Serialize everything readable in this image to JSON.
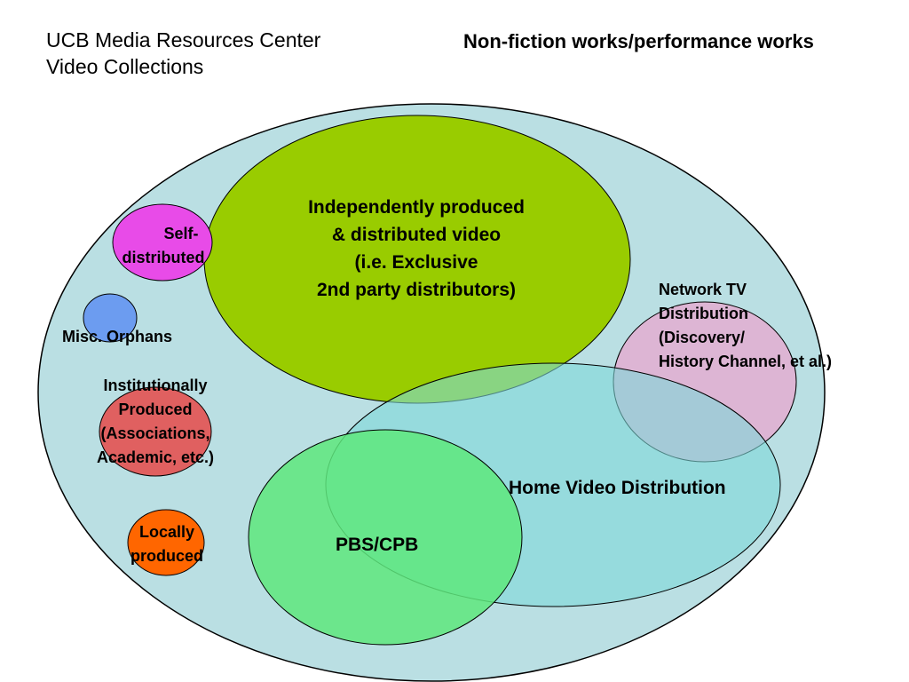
{
  "header": {
    "title_line1": "UCB Media Resources Center",
    "title_line2": "Video Collections",
    "subtitle": "Non-fiction works/performance works"
  },
  "labels": {
    "independent": [
      "Independently produced",
      "& distributed video",
      "(i.e. Exclusive",
      "2nd party distributors)"
    ],
    "self_distributed": [
      "Self-",
      "distributed"
    ],
    "misc_orphans": "Misc. Orphans",
    "institutional": [
      "Institutionally",
      "Produced",
      "(Associations,",
      "Academic, etc.)"
    ],
    "locally_produced": [
      "Locally",
      "produced"
    ],
    "network_tv": [
      "Network TV",
      "Distribution",
      "(Discovery/",
      "History Channel, et al.)"
    ],
    "home_video": "Home Video Distribution",
    "pbs": "PBS/CPB"
  },
  "colors": {
    "outer_fill": "#badfe3",
    "independent_fill": "#99cc00",
    "self_distributed_fill": "#e84be8",
    "misc_orphans_fill": "#6c9cf0",
    "institutional_fill": "#e06060",
    "locally_produced_fill": "#ff6600",
    "network_tv_fill": "#ddb5d4",
    "home_video_fill": "#7ed8d8",
    "pbs_fill": "#5ee87c"
  }
}
